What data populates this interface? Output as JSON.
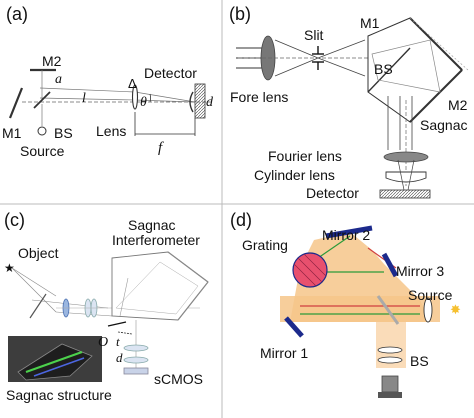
{
  "panel_a": {
    "tag": "(a)",
    "labels": {
      "m2": "M2",
      "m1": "M1",
      "bs": "BS",
      "source": "Source",
      "lens": "Lens",
      "detector": "Detector",
      "a": "a",
      "l": "l",
      "theta": "θ",
      "delta": "Δ",
      "d": "d",
      "f": "f"
    }
  },
  "panel_b": {
    "tag": "(b)",
    "labels": {
      "fore_lens": "Fore lens",
      "slit": "Slit",
      "m1": "M1",
      "m2": "M2",
      "bs": "BS",
      "sagnac": "Sagnac",
      "fourier_lens": "Fourier lens",
      "cylinder_lens": "Cylinder lens",
      "detector": "Detector"
    }
  },
  "panel_c": {
    "tag": "(c)",
    "labels": {
      "object": "Object",
      "sagnac_line1": "Sagnac",
      "sagnac_line2": "Interferometer",
      "o": "O",
      "t": "t",
      "d": "d",
      "scmos": "sCMOS",
      "structure": "Sagnac structure"
    }
  },
  "panel_d": {
    "tag": "(d)",
    "labels": {
      "grating": "Grating",
      "mirror2": "Mirror 2",
      "mirror3": "Mirror 3",
      "source": "Source",
      "mirror1": "Mirror 1",
      "bs": "BS"
    }
  },
  "colors": {
    "beam_orange": "#f6c58a",
    "mirror_blue": "#1c2a8c",
    "grating_pink": "#e8506e",
    "line_gray": "#666666"
  }
}
